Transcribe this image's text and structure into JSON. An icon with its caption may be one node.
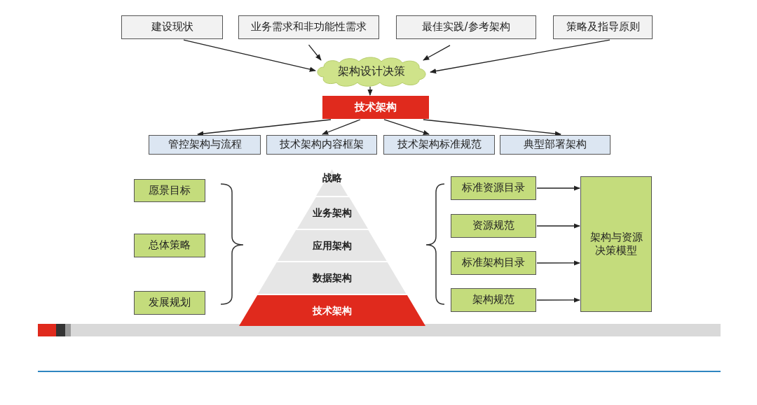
{
  "diagram": {
    "nodes": [
      {
        "text": [
          "建设现状"
        ]
      },
      {
        "text": [
          "业务需求和非功能性需求"
        ]
      },
      {
        "text": [
          "最佳实践/参考架构"
        ]
      },
      {
        "text": [
          "策略及指导原则"
        ]
      },
      {
        "text": [
          "架构设计决策"
        ]
      },
      {
        "text": [
          "技术架构"
        ]
      },
      {
        "text": [
          "管控架构与流程"
        ]
      },
      {
        "text": [
          "技术架构内容框架"
        ]
      },
      {
        "text": [
          "技术架构标准规范"
        ]
      },
      {
        "text": [
          "典型部署架构"
        ]
      },
      {
        "text": [
          "愿景目标"
        ]
      },
      {
        "text": [
          "总体策略"
        ]
      },
      {
        "text": [
          "发展规划"
        ]
      },
      {
        "text": [
          "战略"
        ]
      },
      {
        "text": [
          "业务架构"
        ]
      },
      {
        "text": [
          "应用架构"
        ]
      },
      {
        "text": [
          "数据架构"
        ]
      },
      {
        "text": [
          "技术架构"
        ]
      },
      {
        "text": [
          "标准资源目录"
        ]
      },
      {
        "text": [
          "资源规范"
        ]
      },
      {
        "text": [
          "标准架构目录"
        ]
      },
      {
        "text": [
          "架构规范"
        ]
      },
      {
        "text": [
          "架构与资源决策模型"
        ]
      }
    ],
    "edges": [
      {
        "from": 0,
        "to": 4,
        "arrow": "to"
      },
      {
        "from": 1,
        "to": 4,
        "arrow": "to"
      },
      {
        "from": 2,
        "to": 4,
        "arrow": "to"
      },
      {
        "from": 3,
        "to": 4,
        "arrow": "to"
      },
      {
        "from": 4,
        "to": 5,
        "arrow": "to"
      },
      {
        "from": 5,
        "to": 6,
        "arrow": "to"
      },
      {
        "from": 5,
        "to": 7,
        "arrow": "to"
      },
      {
        "from": 5,
        "to": 8,
        "arrow": "to"
      },
      {
        "from": 5,
        "to": 9,
        "arrow": "to"
      },
      {
        "from": 18,
        "to": 22,
        "arrow": "to"
      },
      {
        "from": 19,
        "to": 22,
        "arrow": "to"
      },
      {
        "from": 20,
        "to": 22,
        "arrow": "to"
      },
      {
        "from": 21,
        "to": 22,
        "arrow": "to"
      }
    ]
  }
}
